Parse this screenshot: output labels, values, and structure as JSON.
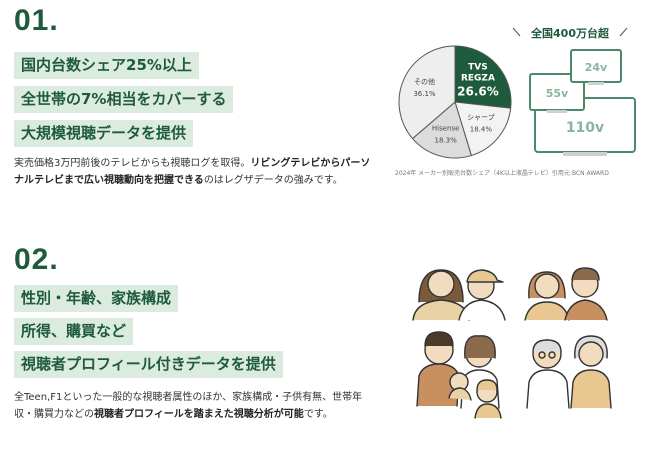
{
  "sections": [
    {
      "number": "01.",
      "highlights": [
        "国内台数シェア25%以上",
        "全世帯の7%相当をカバーする",
        "大規模視聴データを提供"
      ],
      "description": {
        "p1": "実売価格3万円前後のテレビからも視聴ログを取得。",
        "b1": "リビングテレビからパーソナルテレビまで広い視聴動向を把握できる",
        "p2": "のはレグザデータの強みです。"
      }
    },
    {
      "number": "02.",
      "highlights": [
        "性別・年齢、家族構成",
        "所得、購買など",
        "視聴者プロフィール付きデータを提供"
      ],
      "description": {
        "p1": "全Teen,F1といった一般的な視聴者属性のほか、家族構成・子供有無、世帯年収・購買力などの",
        "b1": "視聴者プロフィールを踏まえた視聴分析が可能",
        "p2": "です。"
      }
    }
  ],
  "chart_data": {
    "type": "pie",
    "slices": [
      {
        "label": "TVS REGZA",
        "value": 26.6,
        "color": "#1e5a3c",
        "text_color": "#ffffff"
      },
      {
        "label": "シャープ",
        "value": 18.4,
        "color": "#f3f3f3",
        "text_color": "#444444"
      },
      {
        "label": "Hisense",
        "value": 18.3,
        "color": "#dcdcdc",
        "text_color": "#444444"
      },
      {
        "label": "その他",
        "value": 36.1,
        "color": "#eeeeee",
        "text_color": "#444444"
      }
    ],
    "title": "2024年 メーカー別販売台数シェア（4K以上液晶テレビ）引用元:BCN AWARD",
    "badge": "全国400万台超"
  },
  "tv_sizes": [
    "24v",
    "55v",
    "110v"
  ],
  "colors": {
    "accent": "#1e5a3c",
    "highlight_bg": "#dcebe0",
    "tv_border": "#4a8a6a"
  }
}
